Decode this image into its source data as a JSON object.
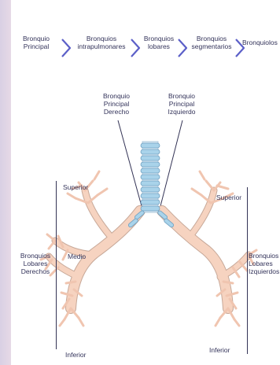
{
  "flow": {
    "steps": [
      {
        "line1": "Bronquio",
        "line2": "Principal"
      },
      {
        "line1": "Bronquios",
        "line2": "intrapulmonares"
      },
      {
        "line1": "Bronquios",
        "line2": "lobares"
      },
      {
        "line1": "Bronquios",
        "line2": "segmentarios"
      },
      {
        "line1": "Bronquiolos",
        "line2": ""
      }
    ]
  },
  "labels": {
    "right_main": {
      "line1": "Bronquio",
      "line2": "Principal",
      "line3": "Derecho"
    },
    "left_main": {
      "line1": "Bronquio",
      "line2": "Principal",
      "line3": "Izquierdo"
    },
    "right_lobar": {
      "line1": "Bronquios",
      "line2": "Lobares",
      "line3": "Derechos"
    },
    "left_lobar": {
      "line1": "Bronquios",
      "line2": "Lobares",
      "line3": "Izquierdos"
    },
    "superior_right": "Superior",
    "medio": "Medio",
    "inferior_right": "Inferior",
    "superior_left": "Superior",
    "inferior_left": "Inferior"
  },
  "colors": {
    "airway": "#f6d3c0",
    "airway_outline": "#c7a898",
    "ring": "#a9d3ea",
    "ring_outline": "#6e9fc0",
    "chevron": "#5b5fc8",
    "text": "#33335a"
  }
}
